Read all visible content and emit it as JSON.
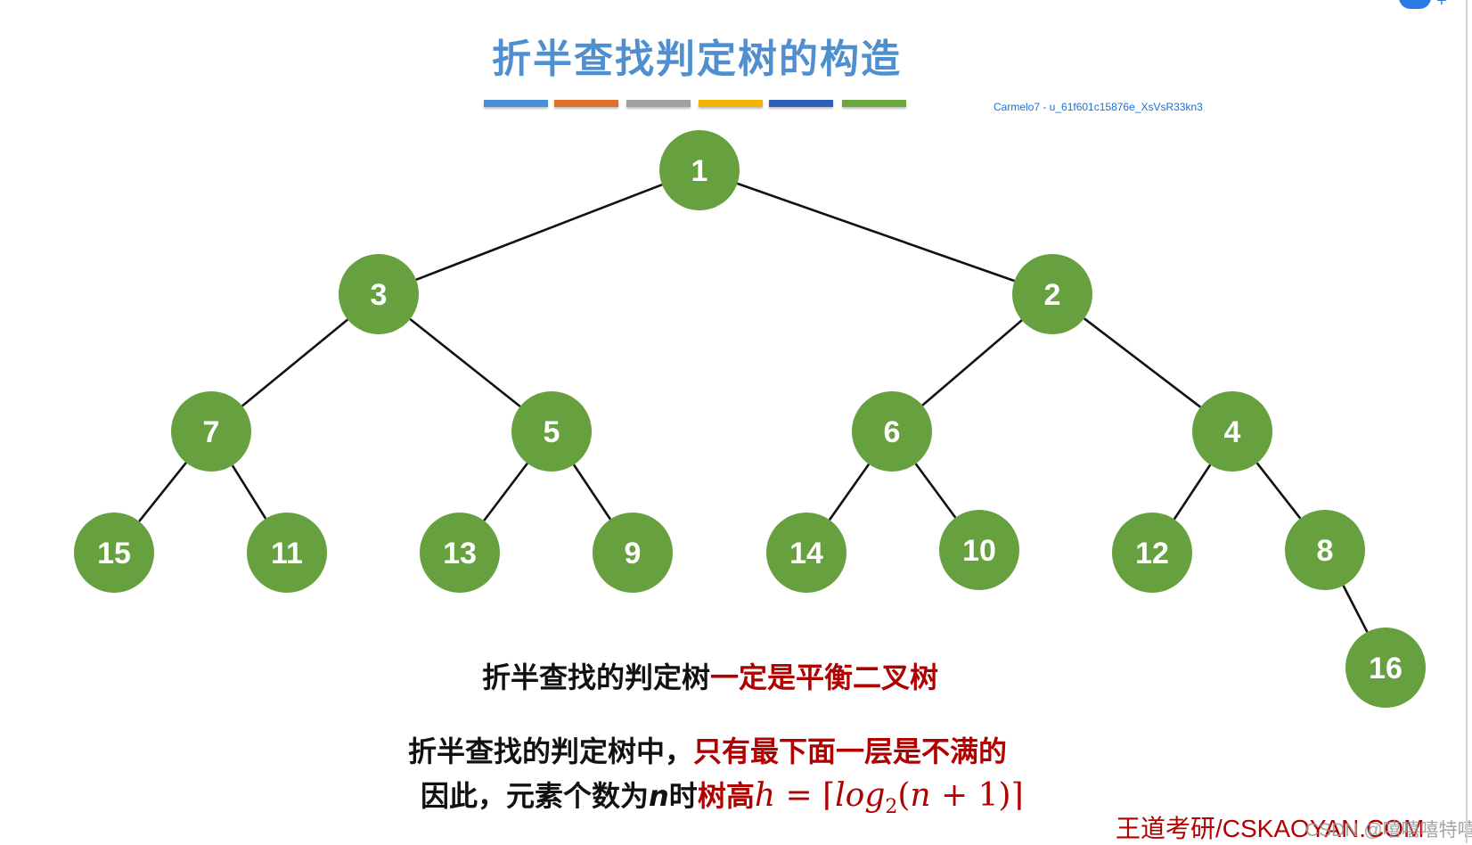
{
  "title": "折半查找判定树的构造",
  "color_bars": [
    "#4a90d9",
    "#e07028",
    "#a0a0a0",
    "#f0b400",
    "#2e5fb8",
    "#6aa83e"
  ],
  "watermark_top": "Carmelo7 - u_61f601c15876e_XsVsR33kn3",
  "tree": {
    "nodes": [
      {
        "id": 1,
        "label": "1"
      },
      {
        "id": 3,
        "label": "3",
        "parent": 1
      },
      {
        "id": 2,
        "label": "2",
        "parent": 1
      },
      {
        "id": 7,
        "label": "7",
        "parent": 3
      },
      {
        "id": 5,
        "label": "5",
        "parent": 3
      },
      {
        "id": 6,
        "label": "6",
        "parent": 2
      },
      {
        "id": 4,
        "label": "4",
        "parent": 2
      },
      {
        "id": 15,
        "label": "15",
        "parent": 7
      },
      {
        "id": 11,
        "label": "11",
        "parent": 7
      },
      {
        "id": 13,
        "label": "13",
        "parent": 5
      },
      {
        "id": 9,
        "label": "9",
        "parent": 5
      },
      {
        "id": 14,
        "label": "14",
        "parent": 6
      },
      {
        "id": 10,
        "label": "10",
        "parent": 6
      },
      {
        "id": 12,
        "label": "12",
        "parent": 4
      },
      {
        "id": 8,
        "label": "8",
        "parent": 4
      },
      {
        "id": 16,
        "label": "16",
        "parent": 8
      }
    ]
  },
  "captions": {
    "line1_black": "折半查找的判定树",
    "line1_red": "一定是平衡二叉树",
    "line2_black": "折半查找的判定树中，",
    "line2_red": "只有最下面一层是不满的",
    "line3_black_a": "因此，元素个数为",
    "line3_n": "n",
    "line3_black_b": "时",
    "line3_red": "树高",
    "formula": {
      "h": "h",
      "eq": " = ⌈",
      "log": "log",
      "sub": "2",
      "open": "(",
      "n": "n",
      "rest": " + 1)⌉"
    }
  },
  "brand": "王道考研/CSKAOYAN.COM",
  "csdn_watermark": "CSDN @嘻嘻嘻特嘻"
}
